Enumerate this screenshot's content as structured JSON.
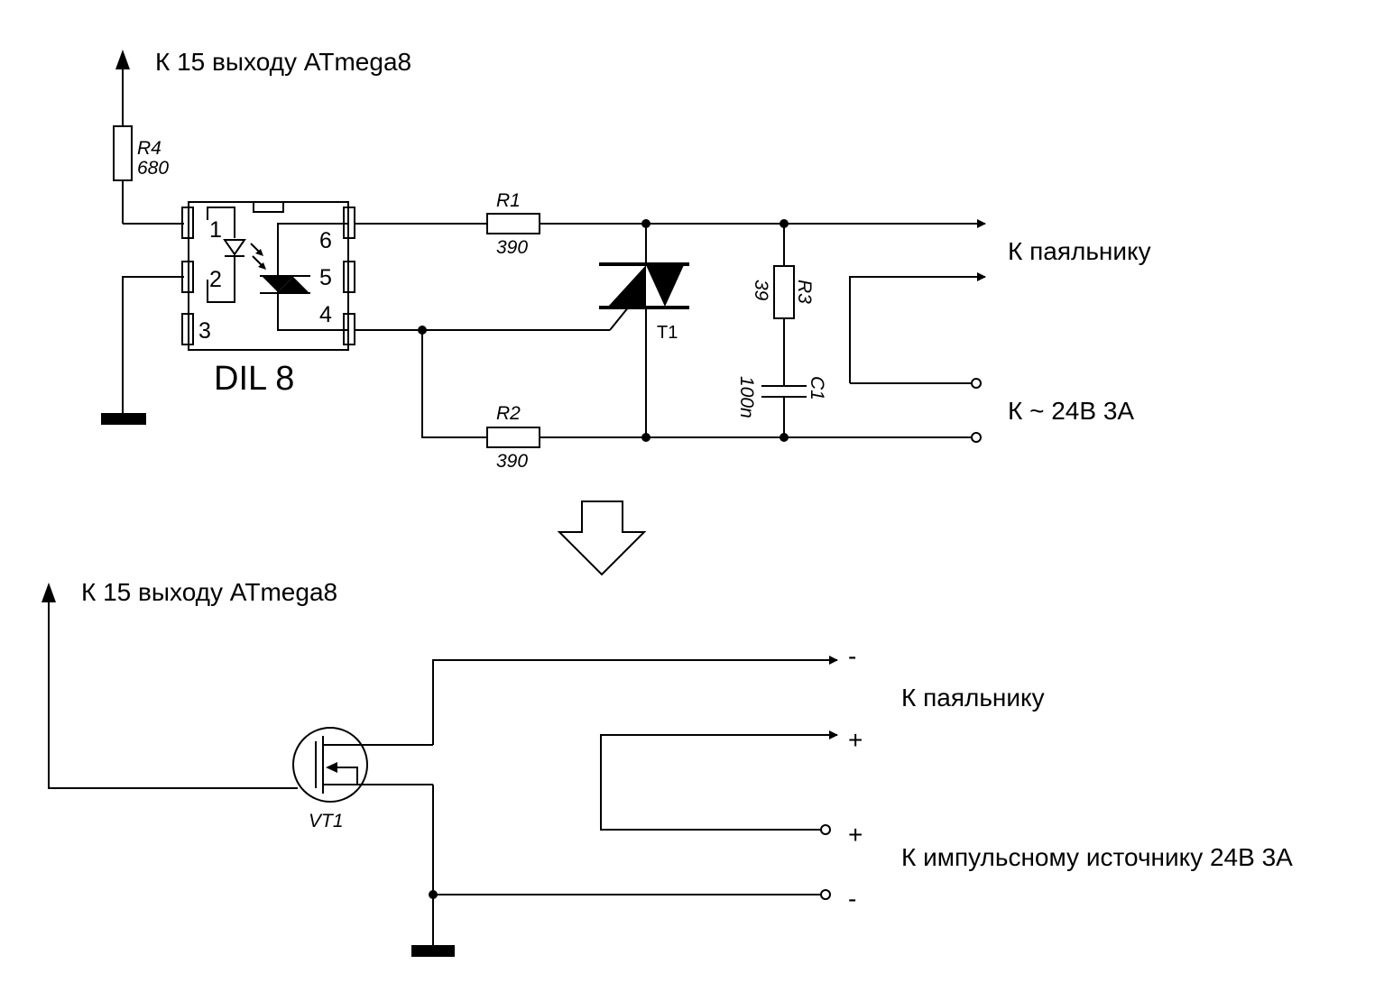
{
  "top": {
    "mcu_label": "К 15 выходу ATmega8",
    "r4_name": "R4",
    "r4_value": "680",
    "optocoupler_name": "DIL 8",
    "pins": [
      "1",
      "2",
      "3",
      "4",
      "5",
      "6"
    ],
    "r1_name": "R1",
    "r1_value": "390",
    "r2_name": "R2",
    "r2_value": "390",
    "triac_name": "T1",
    "r3_name": "R3",
    "r3_value": "39",
    "c1_name": "C1",
    "c1_value": "100n",
    "iron_label": "К паяльнику",
    "supply_label": "К ~ 24В 3А"
  },
  "bottom": {
    "mcu_label": "К 15 выходу ATmega8",
    "transistor_name": "VT1",
    "iron_label": "К паяльнику",
    "supply_label": "К импульсному источнику 24В 3А",
    "polarity": {
      "iron_top": "-",
      "iron_bottom": "+",
      "supply_top": "+",
      "supply_bottom": "-"
    }
  }
}
